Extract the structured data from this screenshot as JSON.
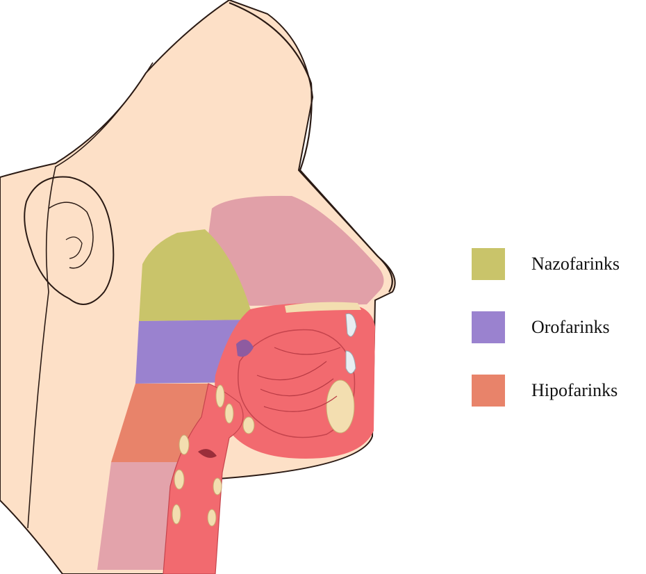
{
  "legend": {
    "items": [
      {
        "label": "Nazofarinks",
        "color": "#c9c46a"
      },
      {
        "label": "Orofarinks",
        "color": "#9a82cf"
      },
      {
        "label": "Hipofarinks",
        "color": "#e8836a"
      }
    ]
  },
  "palette": {
    "skin": "#fde0c7",
    "outline": "#2a1a14",
    "nasal_cavity": "#e1a0a8",
    "oral_tissue": "#f26a6f",
    "cartilage": "#f3deb0",
    "lower_pharynx": "#e3a3ab"
  }
}
